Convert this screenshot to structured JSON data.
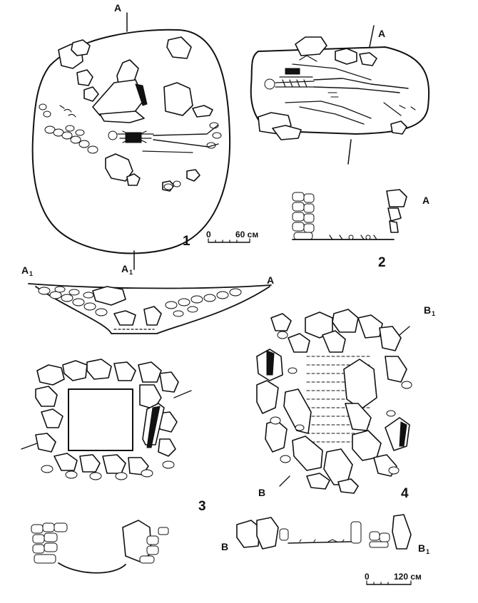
{
  "labels": {
    "fig1": "1",
    "fig2": "2",
    "fig3": "3",
    "fig4": "4",
    "a": "A",
    "a1": "A",
    "sub1": "1",
    "b": "B",
    "b1": "B",
    "scale1_zero": "0",
    "scale1_value": "60 см",
    "scale2_zero": "0",
    "scale2_value": "120 см"
  }
}
